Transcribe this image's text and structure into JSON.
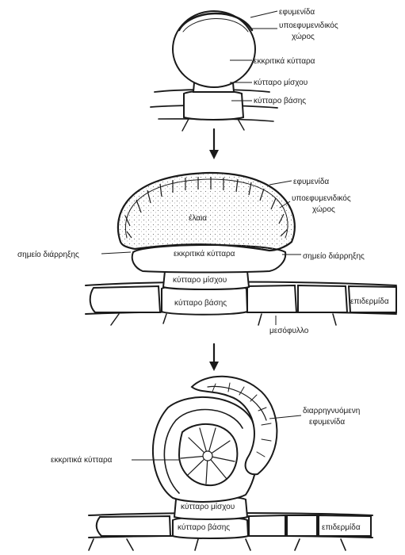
{
  "stage1": {
    "labels": {
      "cuticle": "εφυμενίδα",
      "subcuticular_space_1": "υποεφυμενιδικός",
      "subcuticular_space_2": "χώρος",
      "secretory_cells": "εκκριτικά κύτταρα",
      "stalk_cell": "κύτταρο μίσχου",
      "base_cell": "κύτταρο βάσης"
    }
  },
  "stage2": {
    "labels": {
      "cuticle": "εφυμενίδα",
      "subcuticular_space_1": "υποεφυμενιδικός",
      "subcuticular_space_2": "χώρος",
      "oil": "έλαια",
      "rupture_left": "σημείο διάρρηξης",
      "rupture_right": "σημείο διάρρηξης",
      "secretory_cells": "εκκριτικά κύτταρα",
      "stalk_cell": "κύτταρο μίσχου",
      "base_cell": "κύτταρο βάσης",
      "epidermis": "επιδερμίδα",
      "mesophyll": "μεσόφυλλο"
    }
  },
  "stage3": {
    "labels": {
      "ruptured_cuticle_1": "διαρρηγνυόμενη",
      "ruptured_cuticle_2": "εφυμενίδα",
      "secretory_cells": "εκκριτικά κύτταρα",
      "stalk_cell": "κύτταρο μίσχου",
      "base_cell": "κύτταρο βάσης",
      "epidermis": "επιδερμίδα"
    }
  }
}
